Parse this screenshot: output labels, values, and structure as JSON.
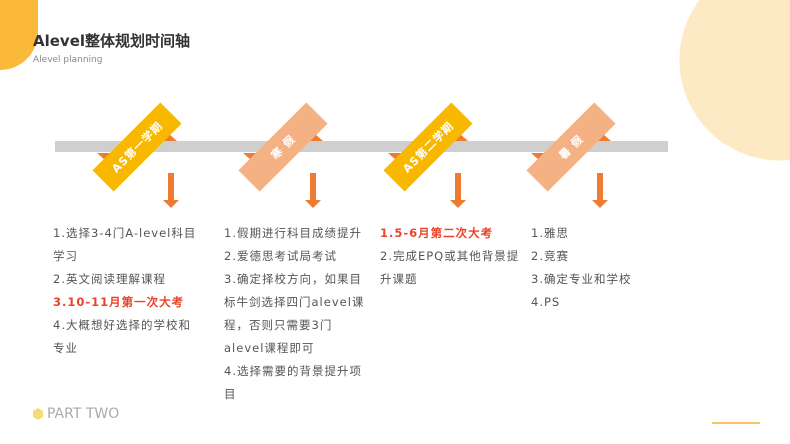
{
  "header": {
    "title": "Alevel整体规划时间轴",
    "subtitle": "Alevel planning"
  },
  "colors": {
    "yellow": "#f9b800",
    "peach": "#f4b183",
    "orange": "#ee7c30",
    "red": "#e8442a"
  },
  "stages": [
    {
      "label": "AS第一学期",
      "color": "#f9b800",
      "items": [
        {
          "text": "1.选择3-4门A-level科目学习"
        },
        {
          "text": "2.英文阅读理解课程"
        },
        {
          "text": "3.10-11月第一次大考",
          "highlight": true
        },
        {
          "text": "4.大概想好选择的学校和专业"
        }
      ]
    },
    {
      "label": "寒 假",
      "color": "#f4b183",
      "items": [
        {
          "text": "1.假期进行科目成绩提升"
        },
        {
          "text": "2.爱德思考试局考试"
        },
        {
          "text": "3.确定择校方向，如果目标牛剑选择四门alevel课程，否则只需要3门alevel课程即可"
        },
        {
          "text": "4.选择需要的背景提升项目"
        }
      ]
    },
    {
      "label": "AS第二学期",
      "color": "#f9b800",
      "items": [
        {
          "text": "1.5-6月第二次大考",
          "highlight": true
        },
        {
          "text": "2.完成EPQ或其他背景提升课题"
        }
      ]
    },
    {
      "label": "暑 假",
      "color": "#f4b183",
      "items": [
        {
          "text": "1.雅思"
        },
        {
          "text": "2.竞赛"
        },
        {
          "text": "3.确定专业和学校"
        },
        {
          "text": "4.PS"
        }
      ]
    }
  ],
  "footer": {
    "label": "PART TWO"
  }
}
